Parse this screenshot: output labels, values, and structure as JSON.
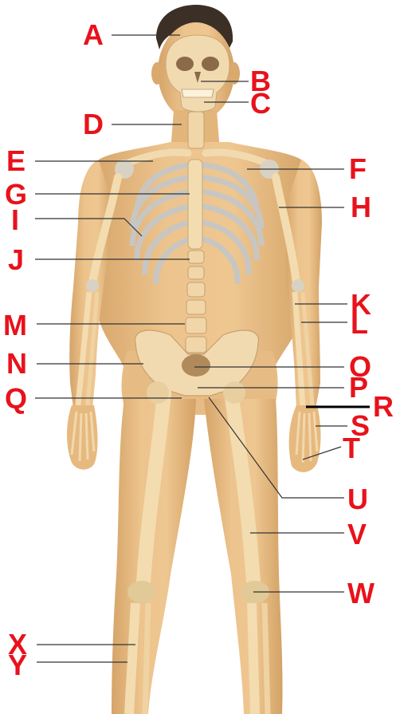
{
  "labels": {
    "a": "A",
    "b": "B",
    "c": "C",
    "d": "D",
    "e": "E",
    "f": "F",
    "g": "G",
    "h": "H",
    "i": "I",
    "j": "J",
    "k": "K",
    "l": "L",
    "m": "M",
    "n": "N",
    "o": "O",
    "p": "P",
    "q": "Q",
    "r": "R",
    "s": "S",
    "t": "T",
    "u": "U",
    "v": "V",
    "w": "W",
    "x": "X",
    "y": "Y"
  },
  "colors": {
    "label": "#e8121b",
    "skin": "#e9bf87",
    "skin_shadow": "#c9985e",
    "bone": "#f3dcb0",
    "cartilage": "#c9c9c7",
    "hair": "#3a2e25",
    "leader": "#333333"
  }
}
